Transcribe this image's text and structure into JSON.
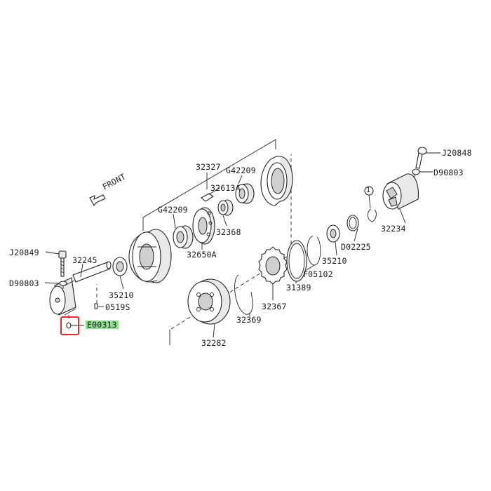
{
  "front_label": "FRONT",
  "parts": {
    "p32327": "32327",
    "pG42209a": "G42209",
    "p32613A": "32613A",
    "pG42209b": "G42209",
    "p32368": "32368",
    "p32650A": "32650A",
    "pJ20848": "J20848",
    "pD90803a": "D90803",
    "p1": "1",
    "p32234": "32234",
    "pD02225": "D02225",
    "p35210a": "35210",
    "pF05102": "F05102",
    "p31389": "31389",
    "p32367": "32367",
    "p32369": "32369",
    "p32282": "32282",
    "pJ20849": "J20849",
    "p32245": "32245",
    "pD90803b": "D90803",
    "p35210b": "35210",
    "p0519S": "0519S",
    "pE00313": "E00313"
  },
  "highlight": {
    "part": "E00313",
    "callout_color": "#d32f2f",
    "label_color": "#8de08d"
  }
}
